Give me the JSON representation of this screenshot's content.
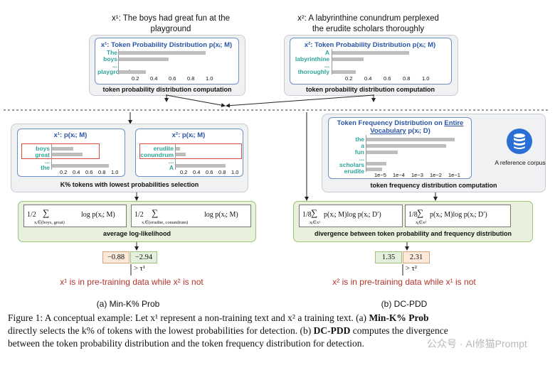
{
  "top": {
    "left_sentence": [
      "x¹: The boys had great fun at the",
      "playground"
    ],
    "right_sentence": [
      "x²: A labyrinthine conundrum perplexed",
      "the erudite scholars thoroughly"
    ],
    "left_dist_title": "x¹: Token Probability Distribution p(xᵢ; M)",
    "right_dist_title": "x²: Token Probability Distribution p(xᵢ; M)",
    "left_tokens": [
      "The",
      "boys",
      "...",
      "playground"
    ],
    "right_tokens": [
      "A",
      "labyrinthine",
      "...",
      "thoroughly"
    ],
    "ticks": [
      "0.2",
      "0.4",
      "0.6",
      "0.8",
      "1.0"
    ],
    "left_label": "token probability distribution computation",
    "right_label": "token probability distribution computation"
  },
  "left_panel": {
    "sub1_title": "x¹: p(xᵢ; M)",
    "sub1_tokens": [
      "boys",
      "great",
      "...",
      "the"
    ],
    "sub2_title": "x²: p(xᵢ; M)",
    "sub2_tokens": [
      "erudite",
      "conundrum",
      "...",
      "A"
    ],
    "ticks": [
      "0.2",
      "0.4",
      "0.6",
      "0.8",
      "1.0"
    ],
    "label": "K% tokens with lowest probabilities selection",
    "formula1": {
      "frac": "1/2",
      "sub": "xᵢ∈(boys, great)",
      "expr": "log p(xᵢ; M)"
    },
    "formula2": {
      "frac": "1/2",
      "sub": "xᵢ∈(erudite, conundrum)",
      "expr": "log p(xᵢ; M)"
    },
    "green_label": "average log-likelihood",
    "values": [
      "−0.88",
      "−2.94"
    ],
    "threshold": "> τ¹",
    "conclusion": "x¹ is in pre-training data while x² is not",
    "caption": "(a) Min-K% Prob"
  },
  "right_panel": {
    "freq_title_1": "Token Frequency Distribution on ",
    "freq_title_entire": "Entire",
    "freq_title_2": "Vocabulary",
    "freq_title_3": " p(xᵢ; D)",
    "tokens": [
      "the",
      "a",
      "fun",
      "...",
      "scholars",
      "erudite"
    ],
    "ticks": [
      "1e−5",
      "1e−4",
      "1e−3",
      "1e−2",
      "1e−1"
    ],
    "label": "token frequency distribution computation",
    "corpus_label": "A reference corpus",
    "formula1": {
      "frac": "1/8",
      "sub": "xⱼ∈x¹",
      "expr": "p(xᵢ; M)log p(xᵢ; D′)"
    },
    "formula2": {
      "frac": "1/8",
      "sub": "xⱼ∈x²",
      "expr": "p(xᵢ; M)log p(xᵢ; D′)"
    },
    "green_label": "divergence between token probability and frequency distribution",
    "values": [
      "1.35",
      "2.31"
    ],
    "threshold": "> τ²",
    "conclusion": "x² is in pre-training data while x¹ is not",
    "caption": "(b) DC-PDD"
  },
  "figure_caption": {
    "line1_a": "Figure 1: A conceptual example: Let x¹ represent a non-training text and x² a training text. (a) ",
    "line1_b": "Min-K% Prob",
    "line2_a": "directly selects the k% of tokens with the lowest probabilities for detection. (b) ",
    "line2_b": "DC-PDD",
    "line2_c": " computes the divergence",
    "line3": "between the token probability distribution and the token frequency distribution for detection."
  },
  "watermark": "公众号 · AI修猫Prompt"
}
